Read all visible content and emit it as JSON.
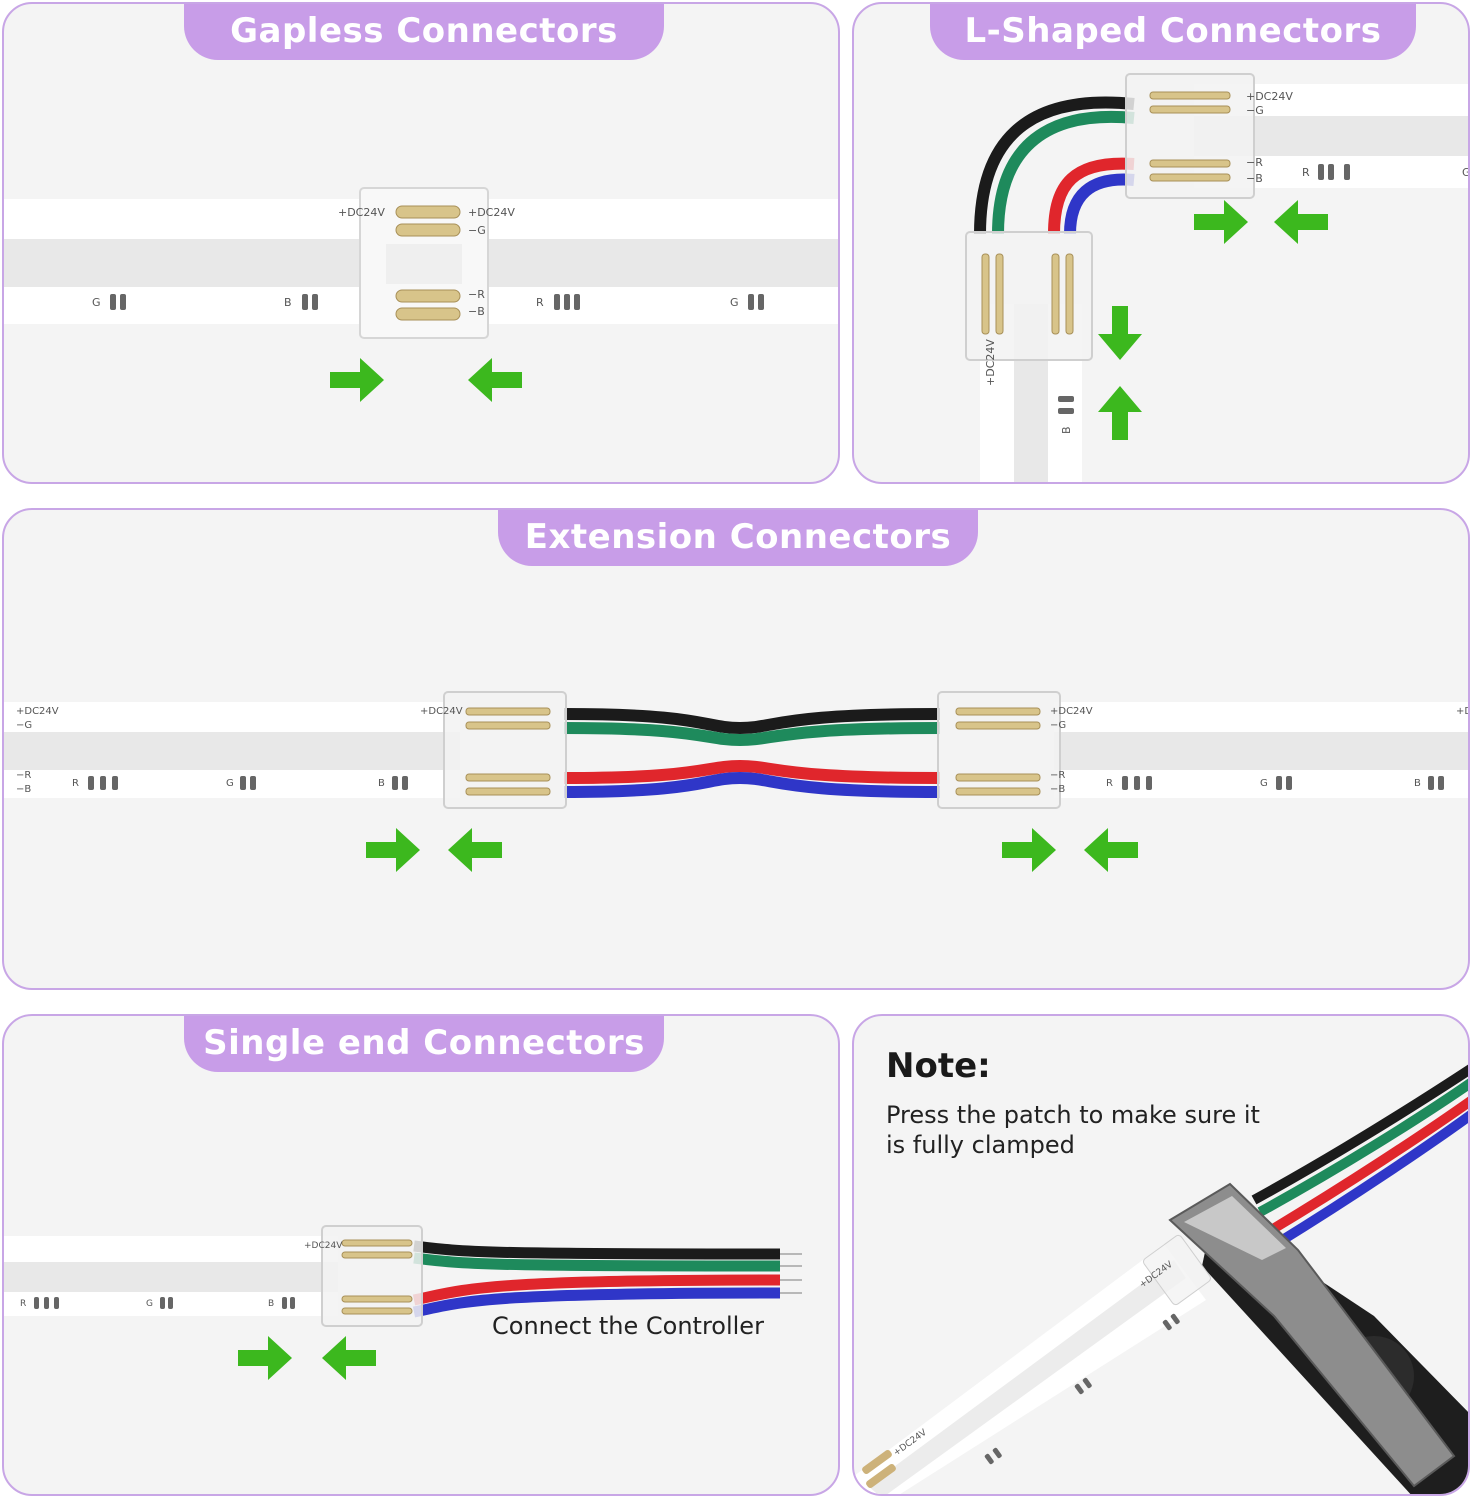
{
  "panels": {
    "gapless": {
      "title": "Gapless Connectors"
    },
    "lshaped": {
      "title": "L-Shaped Connectors"
    },
    "extension": {
      "title": "Extension Connectors"
    },
    "single": {
      "title": "Single end Connectors",
      "caption": "Connect the Controller"
    },
    "note": {
      "heading": "Note:",
      "body": "Press the patch to make sure it is fully clamped"
    }
  },
  "strip_labels": {
    "plus": "+DC24V",
    "g": "G",
    "minus_g": "−G",
    "minus_r": "−R",
    "minus_b": "−B",
    "r": "R",
    "b": "B",
    "plus_d": "+D"
  },
  "colors": {
    "accent": "#c89de8",
    "arrow": "#3cb81e",
    "wire_black": "#1b1b1b",
    "wire_green": "#1e8a5c",
    "wire_red": "#e0262c",
    "wire_blue": "#2f36c8"
  }
}
